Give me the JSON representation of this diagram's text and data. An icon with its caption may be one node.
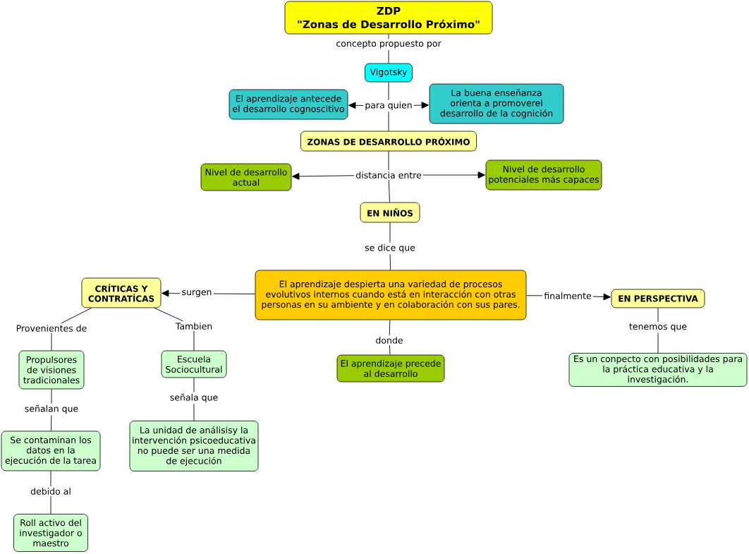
{
  "diagram": {
    "nodes": [
      {
        "text": [
          "ZDP",
          "\"Zonas de Desarrollo Próximo\""
        ]
      },
      {
        "text": [
          "concepto propuesto por"
        ]
      },
      {
        "text": [
          "Vigotsky"
        ]
      },
      {
        "text": [
          "para quien"
        ]
      },
      {
        "text": [
          "El aprendizaje antecede el desarrollo cognoscitivo"
        ]
      },
      {
        "text": [
          "La buena enseñanza orienta a promoverel desarrollo de la cognición"
        ]
      },
      {
        "text": [
          "ZONAS DE DESARROLLO PRÓXIMO"
        ]
      },
      {
        "text": [
          "distancia entre"
        ]
      },
      {
        "text": [
          "Nivel de desarrollo actual"
        ]
      },
      {
        "text": [
          "Nivel de desarrollo potenciales más capaces"
        ]
      },
      {
        "text": [
          "EN NIÑOS"
        ]
      },
      {
        "text": [
          "se dice que"
        ]
      },
      {
        "text": [
          "El aprendizaje despierta una variedad de procesos evolutivos internos cuando está en interacción con otras personas en su ambiente y en colaboración con sus pares."
        ]
      },
      {
        "text": [
          "surgen"
        ]
      },
      {
        "text": [
          "CRÍTICAS Y CONTRATÍCAS"
        ]
      },
      {
        "text": [
          "finalmente"
        ]
      },
      {
        "text": [
          "EN PERSPECTIVA"
        ]
      },
      {
        "text": [
          "Provenientes de"
        ]
      },
      {
        "text": [
          "Tambien"
        ]
      },
      {
        "text": [
          "donde"
        ]
      },
      {
        "text": [
          "tenemos que"
        ]
      },
      {
        "text": [
          "Propulsores de visiones tradicionales"
        ]
      },
      {
        "text": [
          "Escuela Sociocultural"
        ]
      },
      {
        "text": [
          "El aprendizaje precede al desarrollo"
        ]
      },
      {
        "text": [
          "Es un conpecto con posibilidades para la práctica educativa y la investigación."
        ]
      },
      {
        "text": [
          "señalan que"
        ]
      },
      {
        "text": [
          "señala que"
        ]
      },
      {
        "text": [
          "Se contaminan los datos en la ejecución de la tarea"
        ]
      },
      {
        "text": [
          "La unidad de análisisy la intervención psicoeducativa no puede ser una medida de ejecución"
        ]
      },
      {
        "text": [
          "debido al"
        ]
      },
      {
        "text": [
          "Roll activo del investigador o maestro"
        ]
      }
    ],
    "edges": [
      {
        "from": 0,
        "to": 1,
        "arrow": "none"
      },
      {
        "from": 1,
        "to": 2,
        "arrow": "none"
      },
      {
        "from": 2,
        "to": 3,
        "arrow": "none"
      },
      {
        "from": 3,
        "to": 4,
        "arrow": "to"
      },
      {
        "from": 3,
        "to": 5,
        "arrow": "to"
      },
      {
        "from": 3,
        "to": 6,
        "arrow": "none"
      },
      {
        "from": 6,
        "to": 7,
        "arrow": "none"
      },
      {
        "from": 7,
        "to": 8,
        "arrow": "to"
      },
      {
        "from": 7,
        "to": 9,
        "arrow": "to"
      },
      {
        "from": 7,
        "to": 10,
        "arrow": "none"
      },
      {
        "from": 10,
        "to": 11,
        "arrow": "none"
      },
      {
        "from": 11,
        "to": 12,
        "arrow": "none"
      },
      {
        "from": 12,
        "to": 13,
        "arrow": "none"
      },
      {
        "from": 13,
        "to": 14,
        "arrow": "to"
      },
      {
        "from": 12,
        "to": 15,
        "arrow": "none"
      },
      {
        "from": 15,
        "to": 16,
        "arrow": "to"
      },
      {
        "from": 14,
        "to": 17,
        "arrow": "none"
      },
      {
        "from": 17,
        "to": 21,
        "arrow": "none"
      },
      {
        "from": 14,
        "to": 18,
        "arrow": "none"
      },
      {
        "from": 18,
        "to": 22,
        "arrow": "none"
      },
      {
        "from": 12,
        "to": 19,
        "arrow": "none"
      },
      {
        "from": 19,
        "to": 23,
        "arrow": "none"
      },
      {
        "from": 16,
        "to": 20,
        "arrow": "none"
      },
      {
        "from": 20,
        "to": 24,
        "arrow": "none"
      },
      {
        "from": 21,
        "to": 25,
        "arrow": "none"
      },
      {
        "from": 25,
        "to": 27,
        "arrow": "none"
      },
      {
        "from": 22,
        "to": 26,
        "arrow": "none"
      },
      {
        "from": 26,
        "to": 28,
        "arrow": "none"
      },
      {
        "from": 27,
        "to": 29,
        "arrow": "none"
      },
      {
        "from": 29,
        "to": 30,
        "arrow": "none"
      }
    ]
  }
}
